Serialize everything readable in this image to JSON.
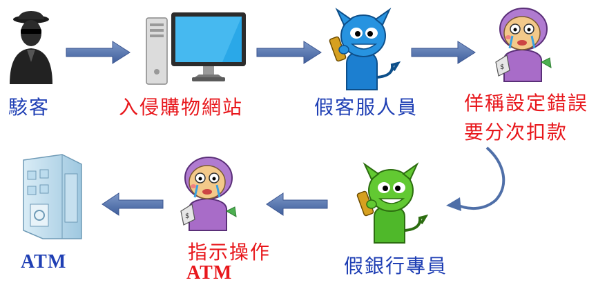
{
  "nodes": [
    {
      "id": "hacker",
      "label": "駭客",
      "icon": "hacker-icon"
    },
    {
      "id": "shop",
      "label": "入侵購物網站",
      "icon": "computer-icon"
    },
    {
      "id": "fake_cs",
      "label": "假客服人員",
      "icon": "blue-devil-phone-icon"
    },
    {
      "id": "claim",
      "label_line1": "佯稱設定錯誤",
      "label_line2": "要分次扣款",
      "icon": "crying-victim-icon"
    },
    {
      "id": "fake_bank",
      "label": "假銀行專員",
      "icon": "green-devil-phone-icon"
    },
    {
      "id": "instruct",
      "label_line1": "指示操作",
      "label_line2": "ATM",
      "icon": "crying-victim-icon"
    },
    {
      "id": "atm",
      "label": "ATM",
      "icon": "bank-building-icon"
    }
  ],
  "colors": {
    "blue_text": "#1f3fb4",
    "red_text": "#e8171c",
    "arrow": "#4f6fa8"
  }
}
